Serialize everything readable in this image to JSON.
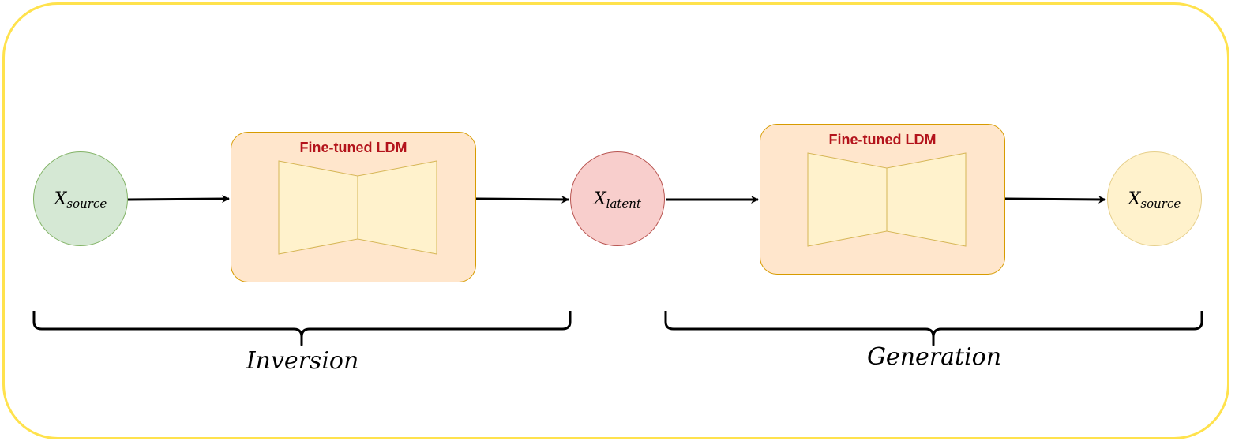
{
  "nodes": {
    "source": {
      "base": "X",
      "sub": "source"
    },
    "latent": {
      "base": "X",
      "sub": "latent"
    },
    "output": {
      "base": "X",
      "sub": "source"
    }
  },
  "blocks": {
    "ldm_inversion": {
      "title": "Fine-tuned LDM"
    },
    "ldm_generation": {
      "title": "Fine-tuned LDM"
    }
  },
  "stages": {
    "inversion": "Inversion",
    "generation": "Generation"
  },
  "colors": {
    "frame": "#ffe24d",
    "source_fill": "#d5e8d4",
    "latent_fill": "#f8cecc",
    "output_fill": "#fff2cc",
    "ldm_fill": "#ffe6cc",
    "unet_fill": "#fff2cc",
    "title_text": "#b3131b"
  }
}
